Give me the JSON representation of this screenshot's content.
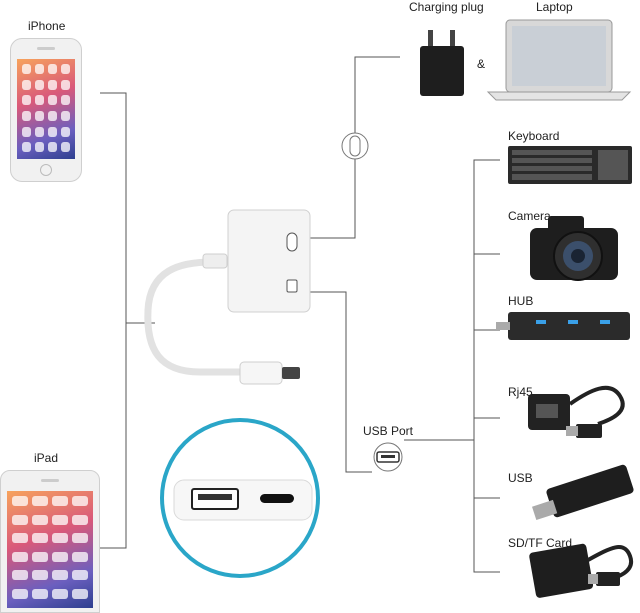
{
  "labels": {
    "iphone": "iPhone",
    "ipad": "iPad",
    "charging_plug": "Charging plug",
    "ampersand": "&",
    "laptop": "Laptop",
    "keyboard": "Keyboard",
    "camera": "Camera",
    "hub": "HUB",
    "rj45": "Rj45",
    "usb": "USB",
    "sd_tf_card": "SD/TF Card",
    "usb_port": "USB Port"
  },
  "colors": {
    "line": "#555555",
    "adapter": "#f4f4f4",
    "zoom_ring": "#2aa6c8",
    "device_dark": "#222222"
  }
}
